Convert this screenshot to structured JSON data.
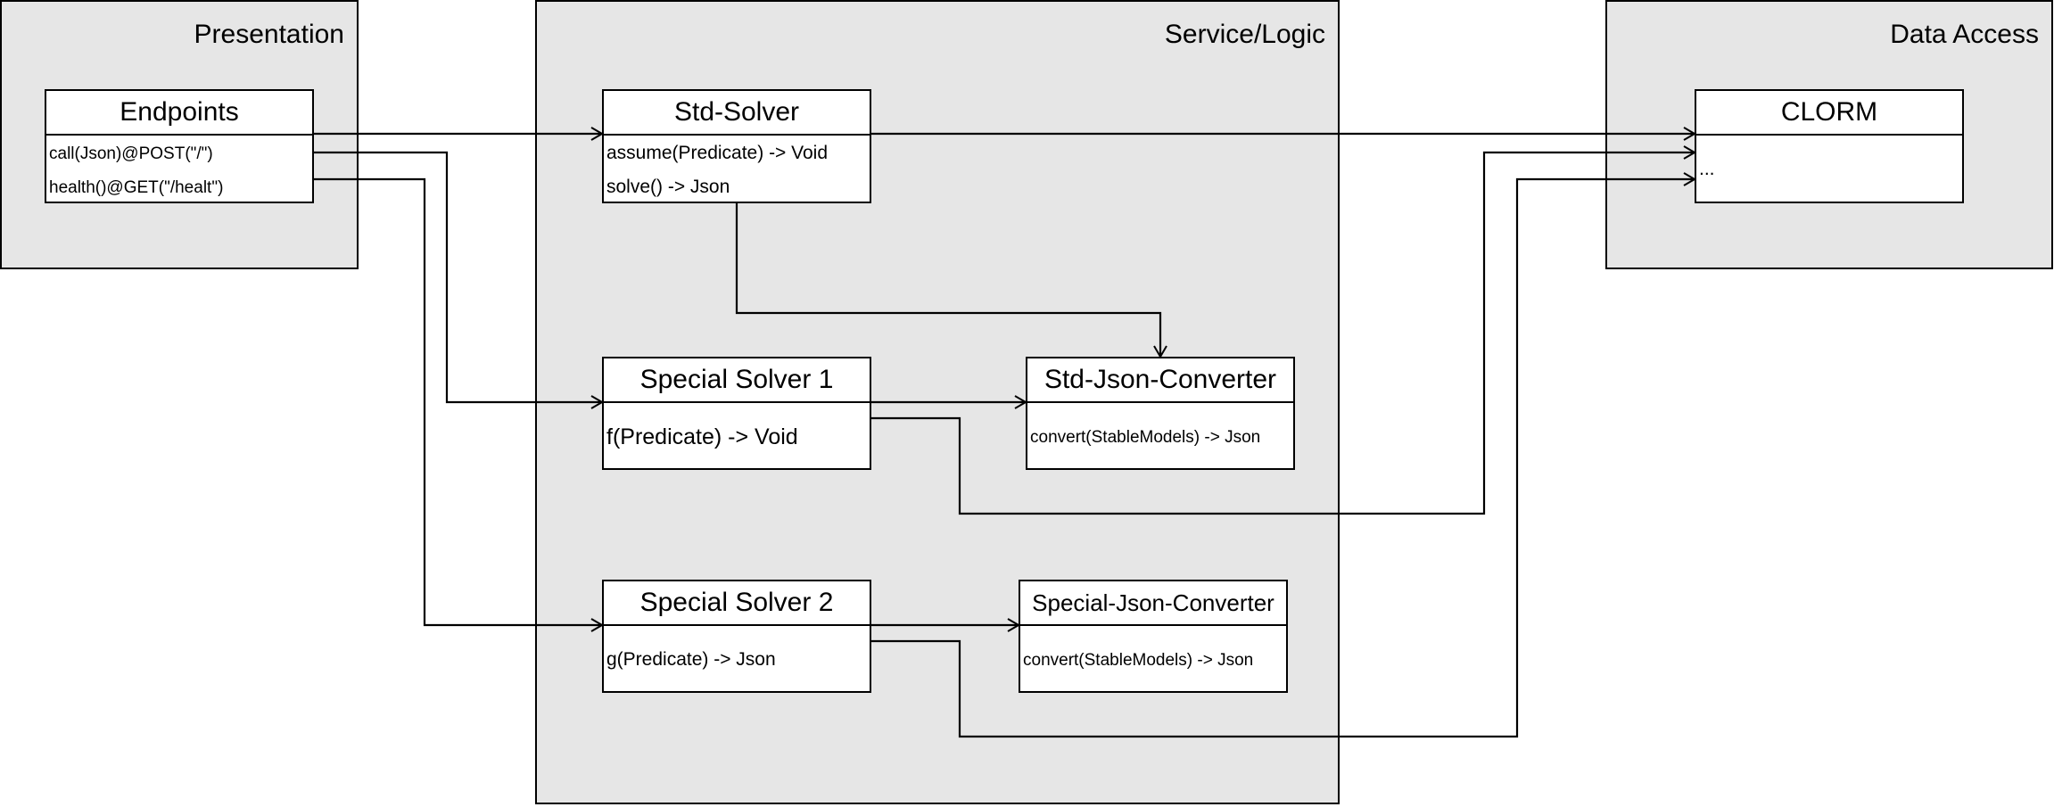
{
  "layers": {
    "presentation": "Presentation",
    "service": "Service/Logic",
    "data_access": "Data Access"
  },
  "endpoints": {
    "title": "Endpoints",
    "ops": [
      "call(Json)@POST(\"/\")",
      "health()@GET(\"/healt\")"
    ]
  },
  "std_solver": {
    "title": "Std-Solver",
    "ops": [
      "assume(Predicate) -> Void",
      "solve() -> Json"
    ]
  },
  "special_solver_1": {
    "title": "Special Solver 1",
    "ops": [
      "f(Predicate) -> Void"
    ]
  },
  "special_solver_2": {
    "title": "Special Solver 2",
    "ops": [
      "g(Predicate) -> Json"
    ]
  },
  "std_json_converter": {
    "title": "Std-Json-Converter",
    "ops": [
      "convert(StableModels) -> Json"
    ]
  },
  "special_json_converter": {
    "title": "Special-Json-Converter",
    "ops": [
      "convert(StableModels) -> Json"
    ]
  },
  "clorm": {
    "title": "CLORM",
    "ops": [
      "..."
    ]
  },
  "colors": {
    "layer_fill": "#e6e6e6",
    "class_fill": "#ffffff",
    "stroke": "#000000"
  }
}
